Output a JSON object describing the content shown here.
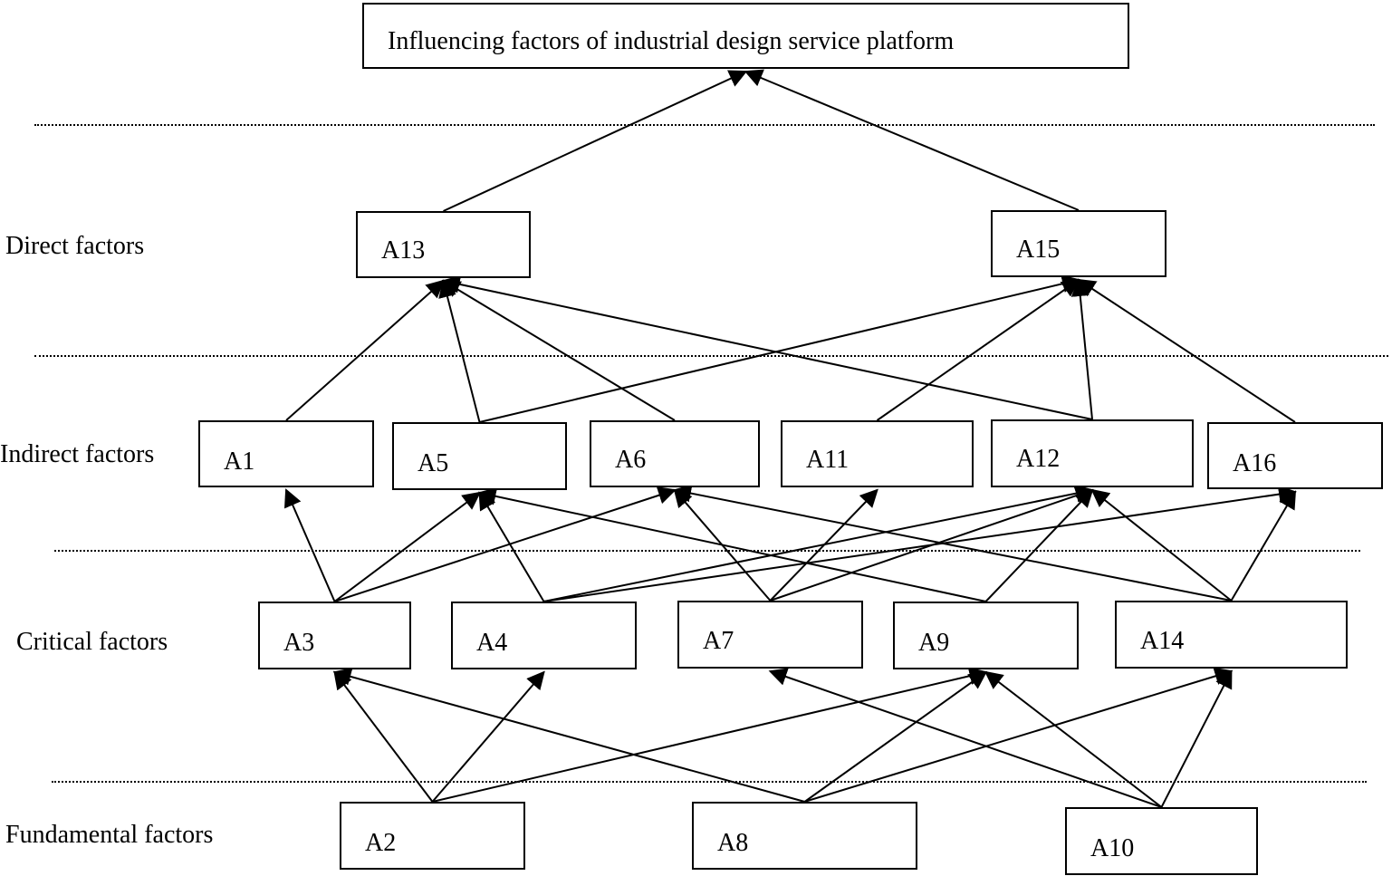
{
  "title": "Influencing factors of industrial design service platform",
  "levels": {
    "direct": "Direct factors",
    "indirect": "Indirect factors",
    "critical": "Critical factors",
    "fundamental": "Fundamental factors"
  },
  "nodes": {
    "A13": "A13",
    "A15": "A15",
    "A1": "A1",
    "A5": "A5",
    "A6": "A6",
    "A11": "A11",
    "A12": "A12",
    "A16": "A16",
    "A3": "A3",
    "A4": "A4",
    "A7": "A7",
    "A9": "A9",
    "A14": "A14",
    "A2": "A2",
    "A8": "A8",
    "A10": "A10"
  },
  "edges": [
    [
      "A13",
      "title"
    ],
    [
      "A15",
      "title"
    ],
    [
      "A1",
      "A13"
    ],
    [
      "A5",
      "A13"
    ],
    [
      "A6",
      "A13"
    ],
    [
      "A12",
      "A13"
    ],
    [
      "A5",
      "A15"
    ],
    [
      "A11",
      "A15"
    ],
    [
      "A12",
      "A15"
    ],
    [
      "A16",
      "A15"
    ],
    [
      "A3",
      "A1"
    ],
    [
      "A3",
      "A5"
    ],
    [
      "A3",
      "A6"
    ],
    [
      "A4",
      "A5"
    ],
    [
      "A4",
      "A12"
    ],
    [
      "A4",
      "A16"
    ],
    [
      "A7",
      "A6"
    ],
    [
      "A7",
      "A11"
    ],
    [
      "A7",
      "A12"
    ],
    [
      "A9",
      "A5"
    ],
    [
      "A9",
      "A12"
    ],
    [
      "A14",
      "A6"
    ],
    [
      "A14",
      "A12"
    ],
    [
      "A14",
      "A16"
    ],
    [
      "A2",
      "A3"
    ],
    [
      "A2",
      "A4"
    ],
    [
      "A2",
      "A9"
    ],
    [
      "A8",
      "A3"
    ],
    [
      "A8",
      "A9"
    ],
    [
      "A8",
      "A14"
    ],
    [
      "A10",
      "A7"
    ],
    [
      "A10",
      "A9"
    ],
    [
      "A10",
      "A14"
    ]
  ]
}
